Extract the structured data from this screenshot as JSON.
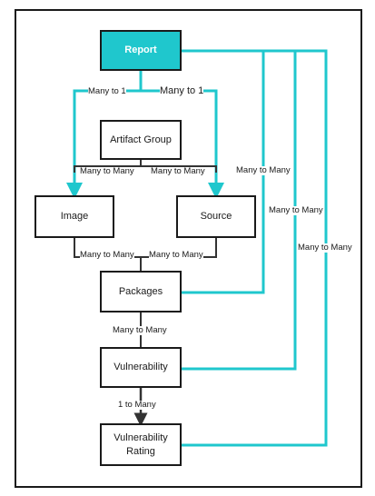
{
  "colors": {
    "accent": "#1fc7cd",
    "line": "#3a3a3a",
    "border": "#1a1a1a"
  },
  "nodes": {
    "report": "Report",
    "artifact_group": "Artifact Group",
    "image": "Image",
    "source": "Source",
    "packages": "Packages",
    "vulnerability": "Vulnerability",
    "vulnerability_rating": "Vulnerability\nRating"
  },
  "edges": {
    "report_image": "Many to 1",
    "report_source": "Many to 1",
    "artifact_image": "Many to Many",
    "artifact_source": "Many to Many",
    "image_packages": "Many to Many",
    "source_packages": "Many to Many",
    "packages_vulnerability": "Many to Many",
    "vulnerability_rating": "1 to Many",
    "report_packages": "Many to Many",
    "report_vulnerability": "Many to Many",
    "report_rating": "Many to Many"
  }
}
